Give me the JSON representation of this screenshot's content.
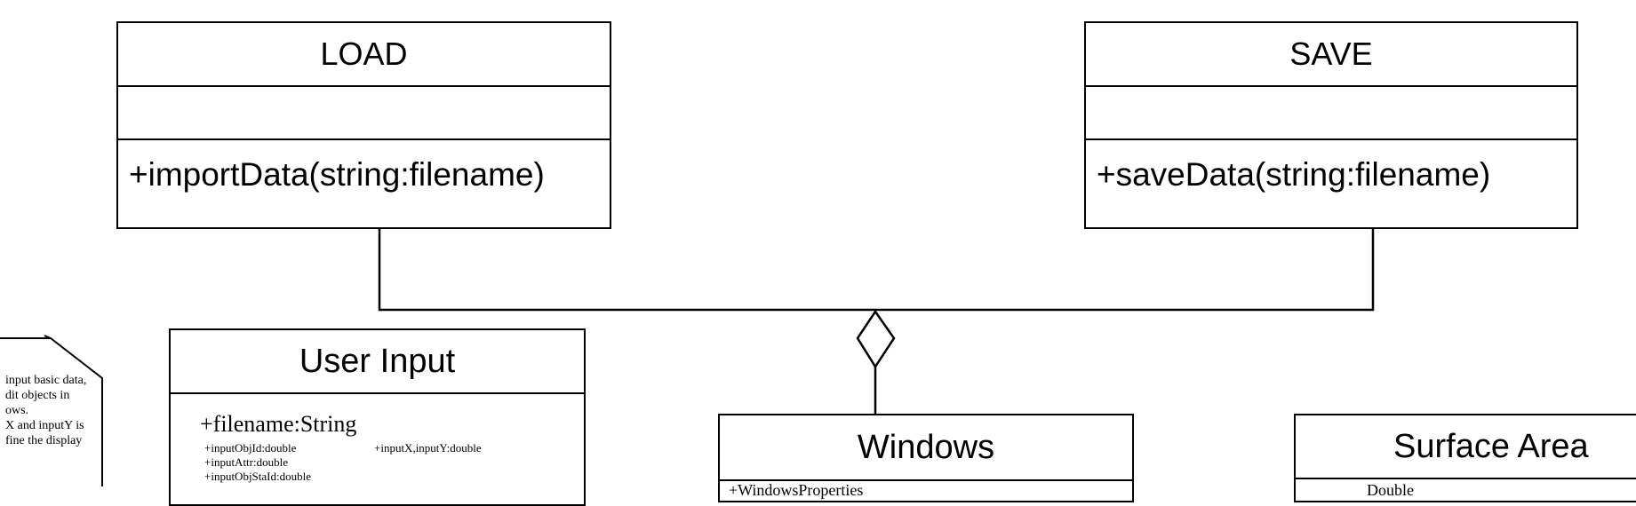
{
  "classes": {
    "load": {
      "name": "LOAD",
      "method": "+importData(string:filename)"
    },
    "save": {
      "name": "SAVE",
      "method": "+saveData(string:filename)"
    },
    "user_input": {
      "name": "User Input",
      "attr_main": "+filename:String",
      "attrs_left": [
        "+inputObjId:double",
        "+inputAttr:double",
        "+inputObjStaId:double"
      ],
      "attr_right": "+inputX,inputY:double"
    },
    "windows": {
      "name": "Windows",
      "attr_partial": "+WindowsProperties"
    },
    "surface_area": {
      "name": "Surface Area",
      "attr_partial": "Double"
    }
  },
  "note": {
    "lines": [
      "input basic data,",
      "dit objects in",
      "ows.",
      "X and inputY is",
      "fine the display"
    ]
  }
}
